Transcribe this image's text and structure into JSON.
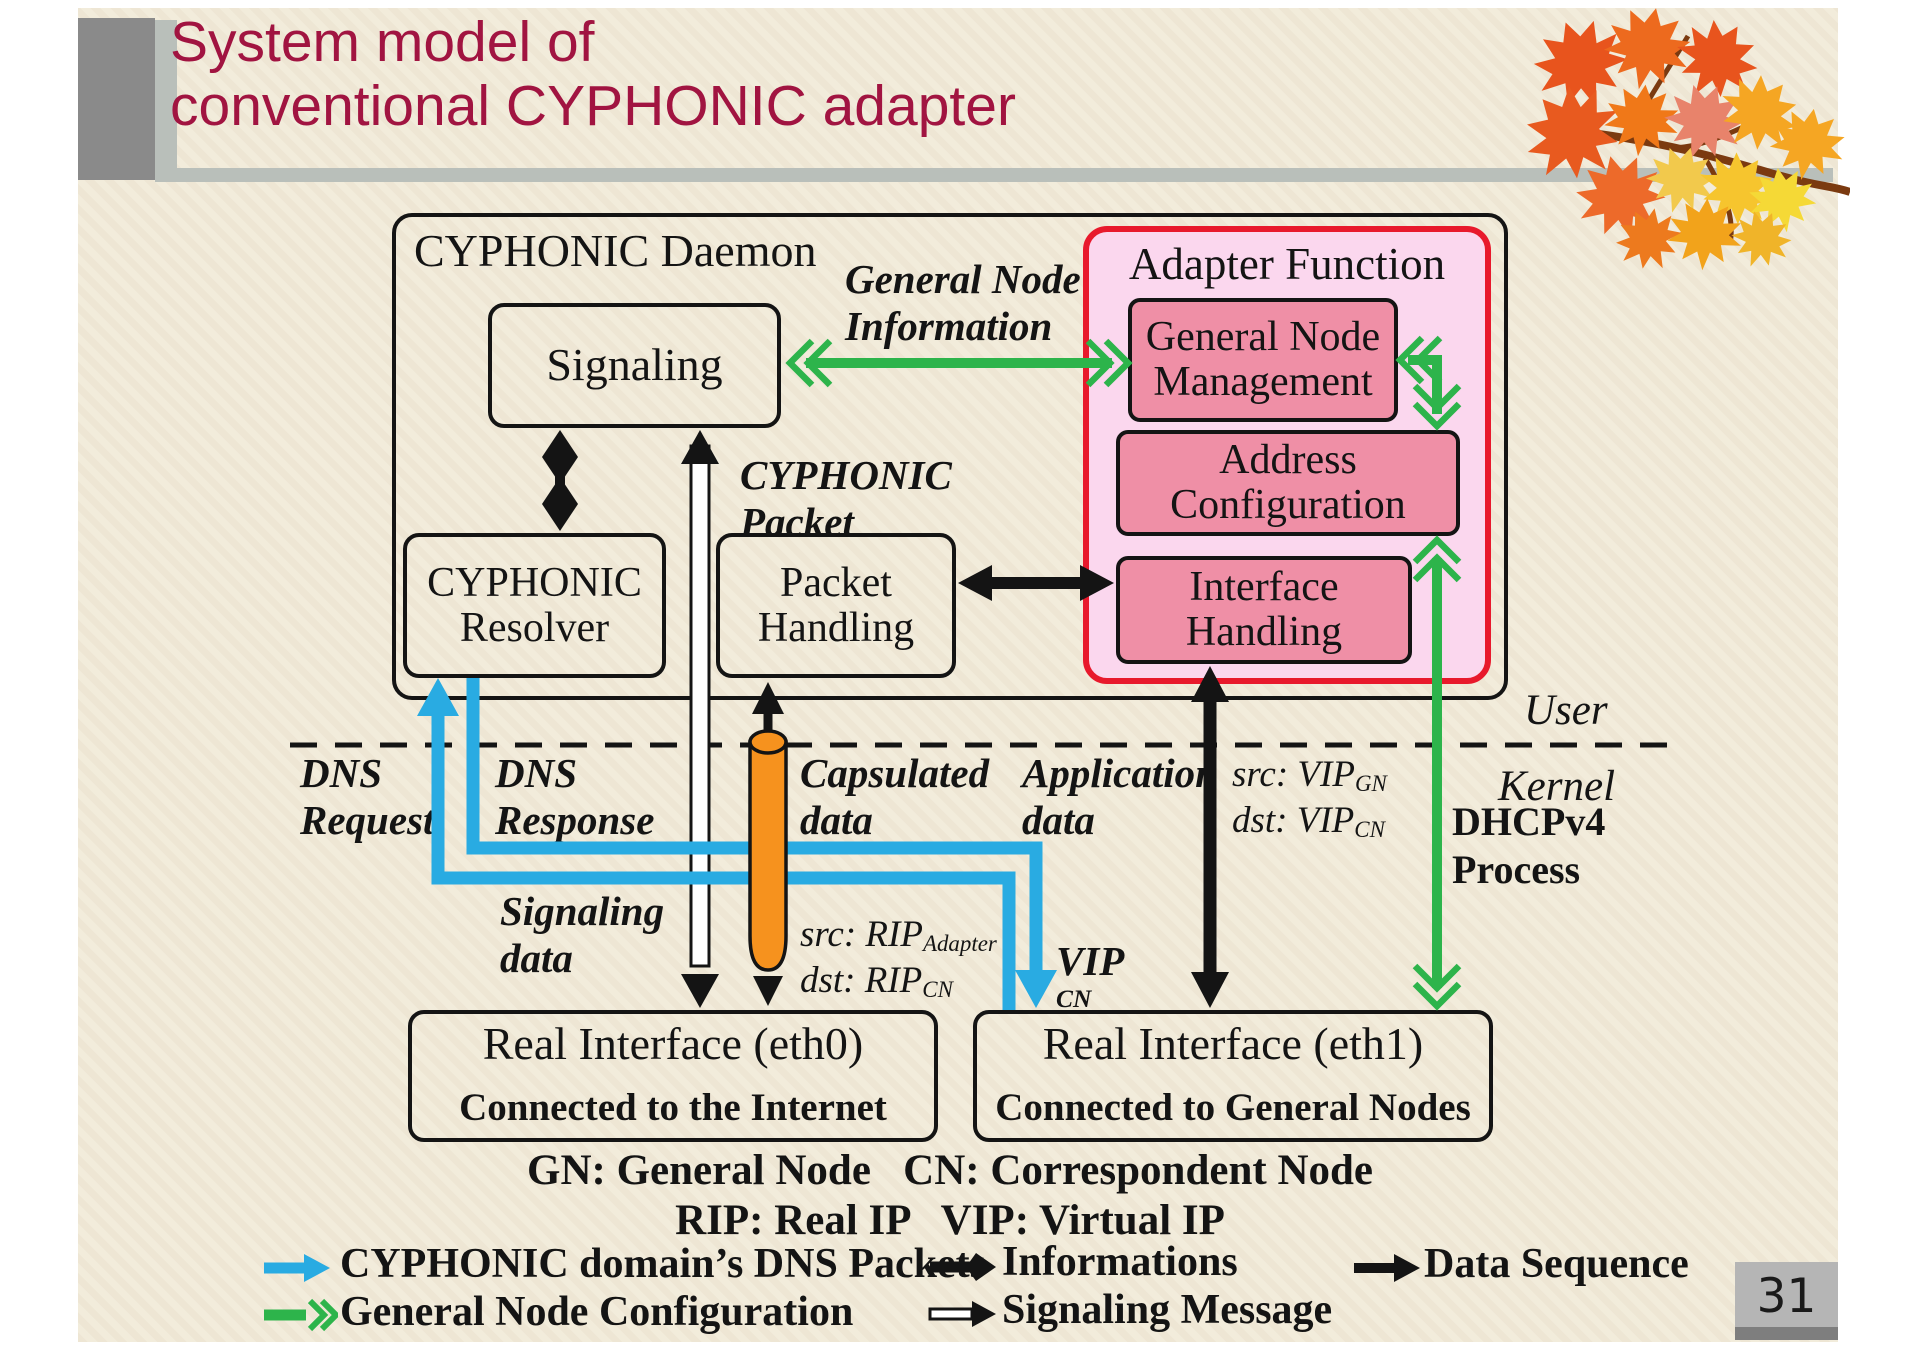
{
  "slide": {
    "title_line1": "System model of",
    "title_line2": "conventional CYPHONIC adapter",
    "page_number": "31"
  },
  "diagram": {
    "daemon_label": "CYPHONIC Daemon",
    "adapter_label": "Adapter Function",
    "boxes": {
      "signaling": "Signaling",
      "resolver_line1": "CYPHONIC",
      "resolver_line2": "Resolver",
      "packet_line1": "Packet",
      "packet_line2": "Handling",
      "gnm_line1": "General Node",
      "gnm_line2": "Management",
      "addr_line1": "Address",
      "addr_line2": "Configuration",
      "ifh_line1": "Interface",
      "ifh_line2": "Handling",
      "eth0_title": "Real Interface (eth0)",
      "eth0_sub": "Connected to the Internet",
      "eth1_title": "Real Interface (eth1)",
      "eth1_sub": "Connected to General Nodes"
    },
    "labels": {
      "gni_line1": "General Node",
      "gni_line2": "Information",
      "cyp_line1": "CYPHONIC",
      "cyp_line2": "Packet",
      "dns_req_line1": "DNS",
      "dns_req_line2": "Request",
      "dns_res_line1": "DNS",
      "dns_res_line2": "Response",
      "caps_line1": "Capsulated",
      "caps_line2": "data",
      "app_line1": "Application",
      "app_line2": "data",
      "sig_line1": "Signaling",
      "sig_line2": "data",
      "user": "User",
      "kernel": "Kernel",
      "dhcp_line1": "DHCPv4",
      "dhcp_line2": "Process",
      "src_vip_pre": "src: VIP",
      "src_vip_sub": "GN",
      "dst_vip_pre": "dst: VIP",
      "dst_vip_sub": "CN",
      "src_rip_pre": "src: RIP",
      "src_rip_sub": "Adapter",
      "dst_rip_pre": "dst: RIP",
      "dst_rip_sub": "CN",
      "vip_pre": "VIP",
      "vip_sub": "CN"
    }
  },
  "legend": {
    "abbr_line1": "GN: General Node   CN: Correspondent Node",
    "abbr_line2": "RIP: Real IP   VIP: Virtual IP",
    "items": {
      "dns_packets": "CYPHONIC domain’s DNS Packets",
      "gn_config": "General Node Configuration",
      "informations": "Informations",
      "signaling_message": "Signaling Message",
      "data_sequence": "Data Sequence"
    }
  },
  "colors": {
    "title_maroon": "#A11441",
    "dns_blue": "#29ABE2",
    "config_green": "#2DB44B",
    "adapter_border_red": "#E8192C",
    "adapter_fill_pink": "#FBD7EE",
    "module_pink": "#EF8FA6",
    "tunnel_orange": "#F6921E"
  }
}
